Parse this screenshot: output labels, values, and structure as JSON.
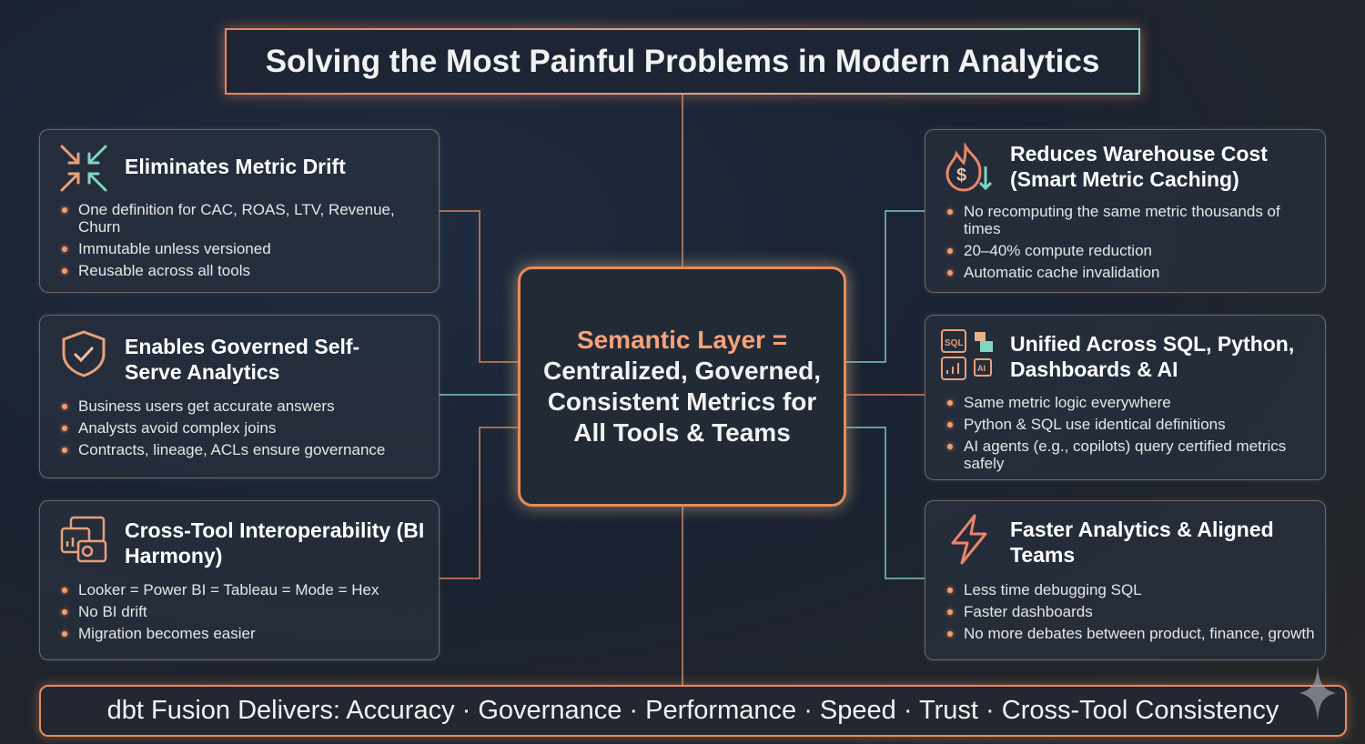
{
  "title": "Solving the Most Painful Problems in Modern Analytics",
  "center": {
    "line1": "Semantic Layer =",
    "line2": "Centralized, Governed,",
    "line3": "Consistent Metrics for",
    "line4": "All Tools & Teams"
  },
  "cards": [
    {
      "icon": "arrows-converge-icon",
      "title": "Eliminates Metric Drift",
      "bullets": [
        "One definition for CAC, ROAS, LTV, Revenue, Churn",
        "Immutable unless versioned",
        "Reusable across all tools"
      ]
    },
    {
      "icon": "shield-check-icon",
      "title": "Enables Governed Self-Serve Analytics",
      "bullets": [
        "Business users get accurate answers",
        "Analysts avoid complex joins",
        "Contracts, lineage, ACLs ensure governance"
      ]
    },
    {
      "icon": "dashboards-icon",
      "title": "Cross-Tool Interoperability (BI Harmony)",
      "bullets": [
        "Looker = Power BI = Tableau = Mode = Hex",
        "No BI drift",
        "Migration becomes easier"
      ]
    },
    {
      "icon": "flame-dollar-icon",
      "title": "Reduces Warehouse Cost (Smart Metric Caching)",
      "bullets": [
        "No recomputing the same metric thousands of times",
        "20–40% compute reduction",
        "Automatic cache invalidation"
      ]
    },
    {
      "icon": "sql-python-ai-icon",
      "title": "Unified Across SQL, Python, Dashboards & AI",
      "bullets": [
        "Same metric logic everywhere",
        "Python & SQL use identical definitions",
        "AI agents (e.g., copilots) query certified metrics safely"
      ]
    },
    {
      "icon": "lightning-icon",
      "title": "Faster Analytics & Aligned Teams",
      "bullets": [
        "Less time debugging SQL",
        "Faster dashboards",
        "No more debates between product, finance, growth"
      ]
    }
  ],
  "footer": "dbt Fusion Delivers: Accuracy · Governance · Performance · Speed · Trust · Cross-Tool Consistency",
  "colors": {
    "orange": "#e88a5a",
    "teal": "#7fd6c0"
  }
}
